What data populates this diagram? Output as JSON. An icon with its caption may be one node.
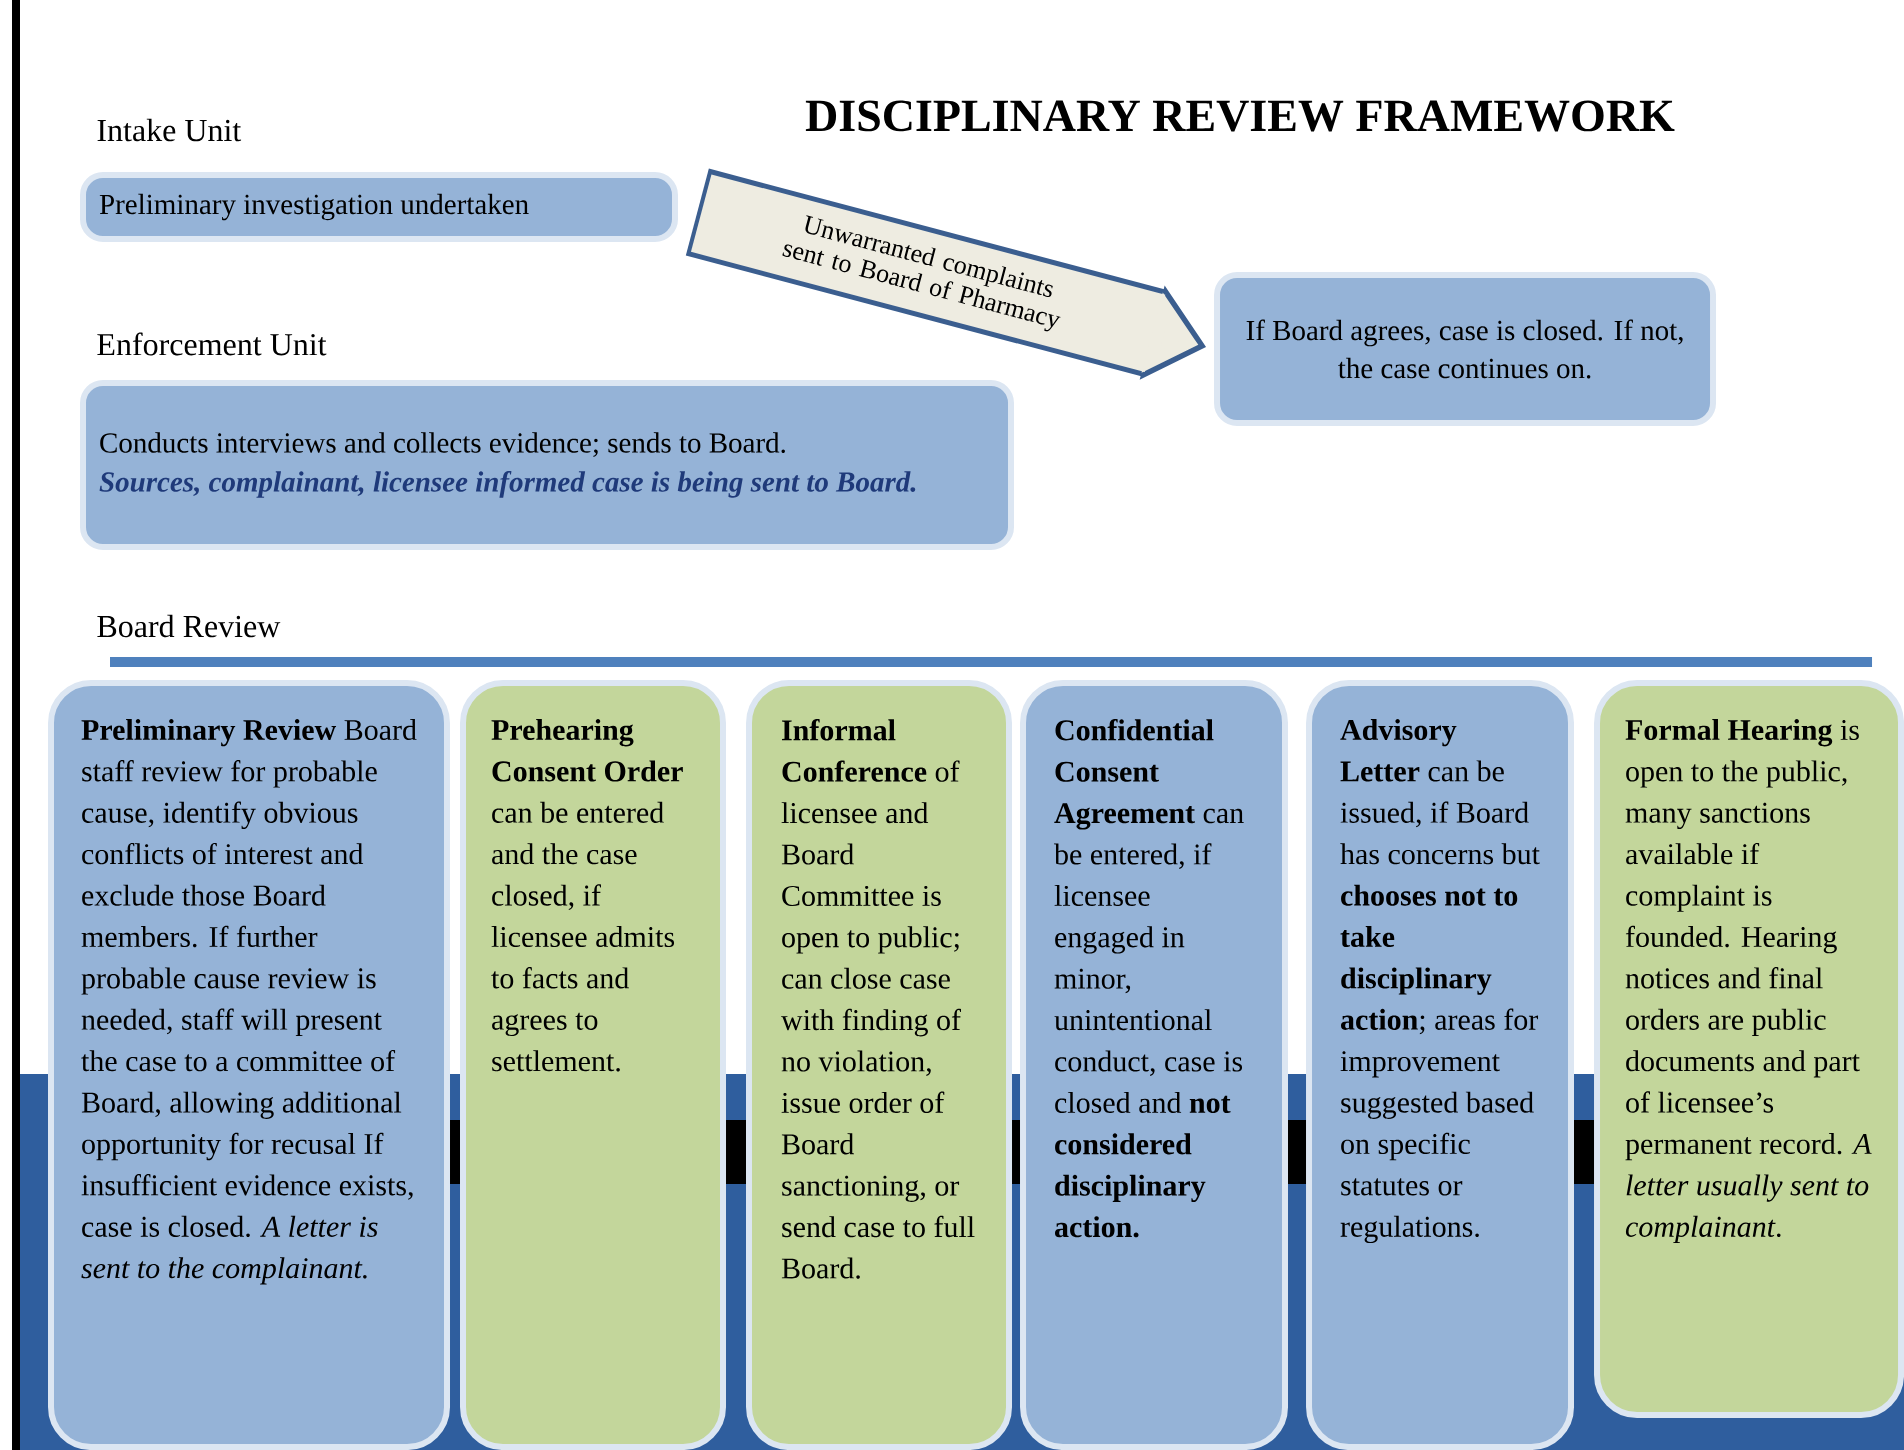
{
  "diagram": {
    "title": "DISCIPLINARY REVIEW FRAMEWORK",
    "nodes": [
      {
        "text": [
          "Preliminary investigation undertaken"
        ]
      },
      {
        "text": [
          "Conducts interviews and collects evidence; sends to Board.",
          "Sources, complainant, licensee informed case is being sent to Board."
        ]
      },
      {
        "text": [
          "If Board agrees, case is closed.  If not, the case continues on."
        ]
      },
      {
        "text": [
          "**Preliminary Review** Board staff review for probable cause, identify obvious conflicts of interest and exclude those Board members. If further probable cause review is needed, staff will present the case to a committee of Board, allowing additional opportunity for recusal If insufficient evidence exists, case is closed. *A letter is sent to the complainant.*"
        ]
      },
      {
        "text": [
          "**Prehearing Consent Order** can be entered and the case closed, if licensee admits to facts and agrees to settlement."
        ]
      },
      {
        "text": [
          "**Informal Conference** of licensee and  Board Committee is open to public; can close case with finding of no violation, issue order of Board sanctioning, or send case to full Board."
        ]
      },
      {
        "text": [
          "**Confidential Consent Agreement** can be entered, if licensee engaged in minor, unintentional conduct, case is closed and **not considered disciplinary action.**"
        ]
      },
      {
        "text": [
          "**Advisory Letter** can be issued, if Board has concerns but **chooses not to take disciplinary action**; areas for improvement suggested based on specific statutes or regulations."
        ]
      },
      {
        "text": [
          "**Formal Hearing** is open to the public, many sanctions available if complaint is founded. Hearing notices and final orders are public documents and part of licensee’s permanent record.  *A letter usually sent to complainant*."
        ]
      }
    ],
    "edges": [
      {
        "from": 0,
        "to": 2,
        "arrow": "to",
        "label": "Unwarranted complaints sent to Board of Pharmacy"
      }
    ],
    "labels": [
      "Intake Unit",
      "Enforcement Unit",
      "Board Review"
    ]
  }
}
